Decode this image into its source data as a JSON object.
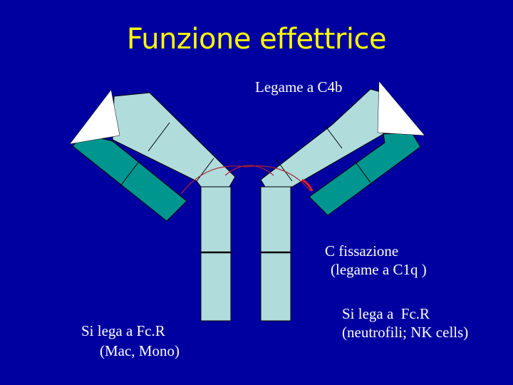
{
  "slide": {
    "title": "Funzione effettrice",
    "labels": {
      "c4b": "Legame a C4b",
      "c_fix_line1": "C fissazione",
      "c_fix_line2": "(legame a C1q )",
      "fcr_left_line1": "Si lega a Fc.R",
      "fcr_left_line2": "(Mac, Mono)",
      "fcr_right_line1": "Si lega a  Fc.R",
      "fcr_right_line2": "(neutrofili; NK cells)"
    }
  },
  "colors": {
    "background": "#0000a0",
    "title": "#ffff00",
    "text": "#ffffff",
    "heavy_chain": "#b0dcdc",
    "light_chain": "#009690",
    "antigen": "#ffffff",
    "hinge_arc": "#c02020"
  }
}
